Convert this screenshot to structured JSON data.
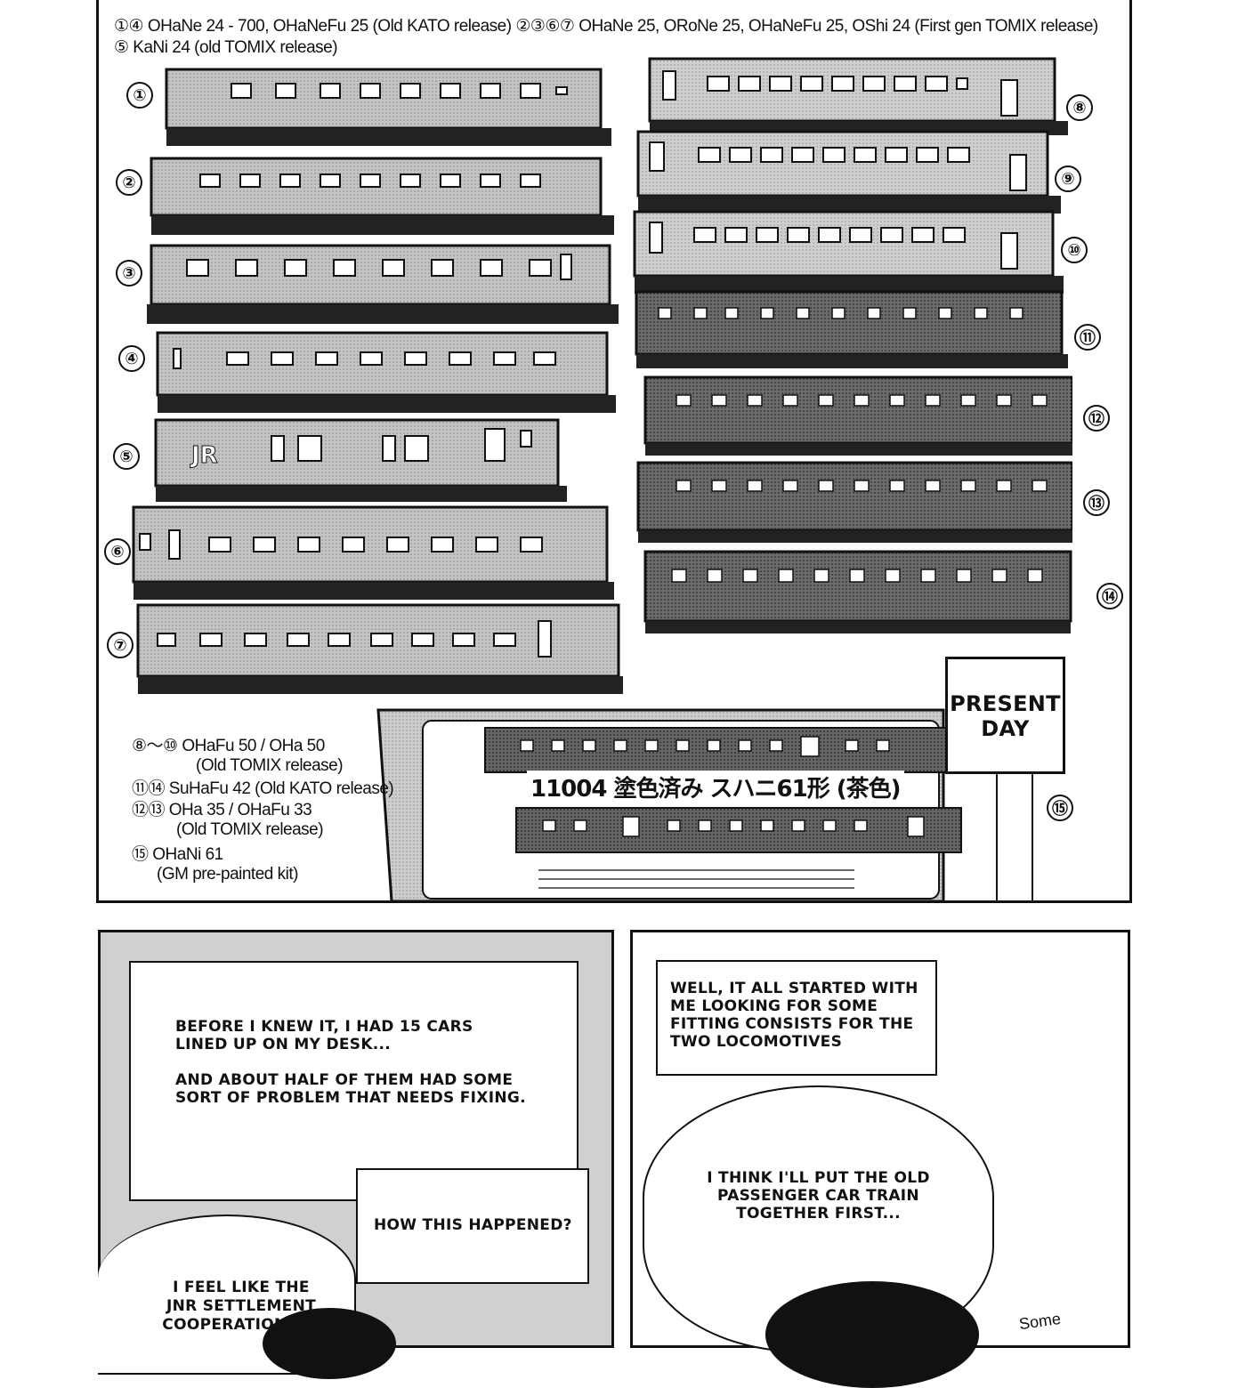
{
  "top_panel": {
    "caption_line1": "①④ OHaNe 24 - 700, OHaNeFu 25 (Old KATO release)  ②③⑥⑦ OHaNe 25, ORoNe 25, OHaNeFu 25, OShi 24 (First gen TOMIX release)",
    "caption_line2": "⑤ KaNi 24 (old TOMIX release)",
    "left_numbers": [
      "①",
      "②",
      "③",
      "④",
      "⑤",
      "⑥",
      "⑦"
    ],
    "right_numbers": [
      "⑧",
      "⑨",
      "⑩",
      "⑪",
      "⑫",
      "⑬",
      "⑭"
    ],
    "kit_number": "⑮",
    "present_day": "PRESENT\nDAY",
    "kit_box_label": "11004 塗色済み スハニ61形 (茶色)",
    "notes": [
      {
        "line1": "⑧〜⑩ OHaFu 50 / OHa 50",
        "line2": "(Old TOMIX release)"
      },
      {
        "line1": "⑪⑭ SuHaFu 42 (Old KATO release)",
        "line2": ""
      },
      {
        "line1": "⑫⑬ OHa 35 / OHaFu 33",
        "line2": "(Old TOMIX release)"
      },
      {
        "line1": "⑮ OHaNi 61",
        "line2": "(GM pre-painted kit)"
      }
    ]
  },
  "left_panel": {
    "box1": "BEFORE I KNEW IT, I HAD 15 CARS\nLINED UP ON MY DESK...\n\nAND ABOUT HALF OF THEM HAD SOME\nSORT OF PROBLEM THAT NEEDS FIXING.",
    "box2": "HOW THIS HAPPENED?",
    "bubble": "I FEEL LIKE THE\nJNR SETTLEMENT\nCOOPERATION...※"
  },
  "right_panel": {
    "box": "WELL, IT ALL STARTED WITH\nME LOOKING FOR SOME\nFITTING CONSISTS FOR THE\nTWO LOCOMOTIVES",
    "bubble": "I THINK I'LL PUT THE OLD\nPASSENGER CAR TRAIN\nTOGETHER FIRST...",
    "corner_text": "Some"
  },
  "colors": {
    "ink": "#111111",
    "screentone": "#c9c9c9",
    "car_body_light": "#b8b8b8",
    "car_body_dark": "#6e6e6e",
    "paper": "#ffffff"
  }
}
